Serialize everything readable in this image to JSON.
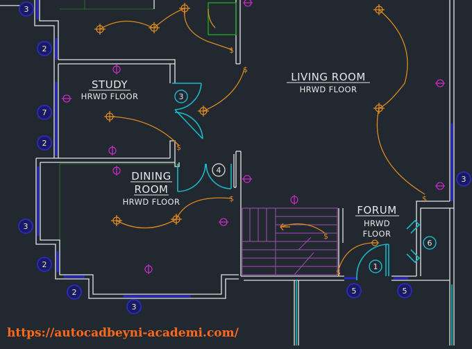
{
  "title": "",
  "rooms": [
    {
      "name": "STUDY",
      "floor": "HRWD FLOOR"
    },
    {
      "name": "LIVING ROOM",
      "floor": "HRWD FLOOR"
    },
    {
      "name_line1": "DINING",
      "name_line2": "ROOM",
      "floor": "HRWD FLOOR"
    },
    {
      "name": "FORUM",
      "floor_line1": "HRWD",
      "floor_line2": "FLOOR"
    }
  ],
  "window_tags": [
    "3",
    "2",
    "7",
    "2",
    "3",
    "2",
    "2",
    "3",
    "5",
    "5",
    "3"
  ],
  "door_tags": [
    "3",
    "4",
    "1",
    "6"
  ],
  "watermark": "https://autocadbeyni-academi.com/",
  "colors": {
    "background": "#212830",
    "walls": "#e6e6e6",
    "windows": "#2828c8",
    "doors": "#19b8c8",
    "wiring": "#e08a1e",
    "outlets": "#c828c8",
    "stairs": "#a050b0",
    "appliance": "#1ea020",
    "watermark": "#ff6a1a"
  }
}
